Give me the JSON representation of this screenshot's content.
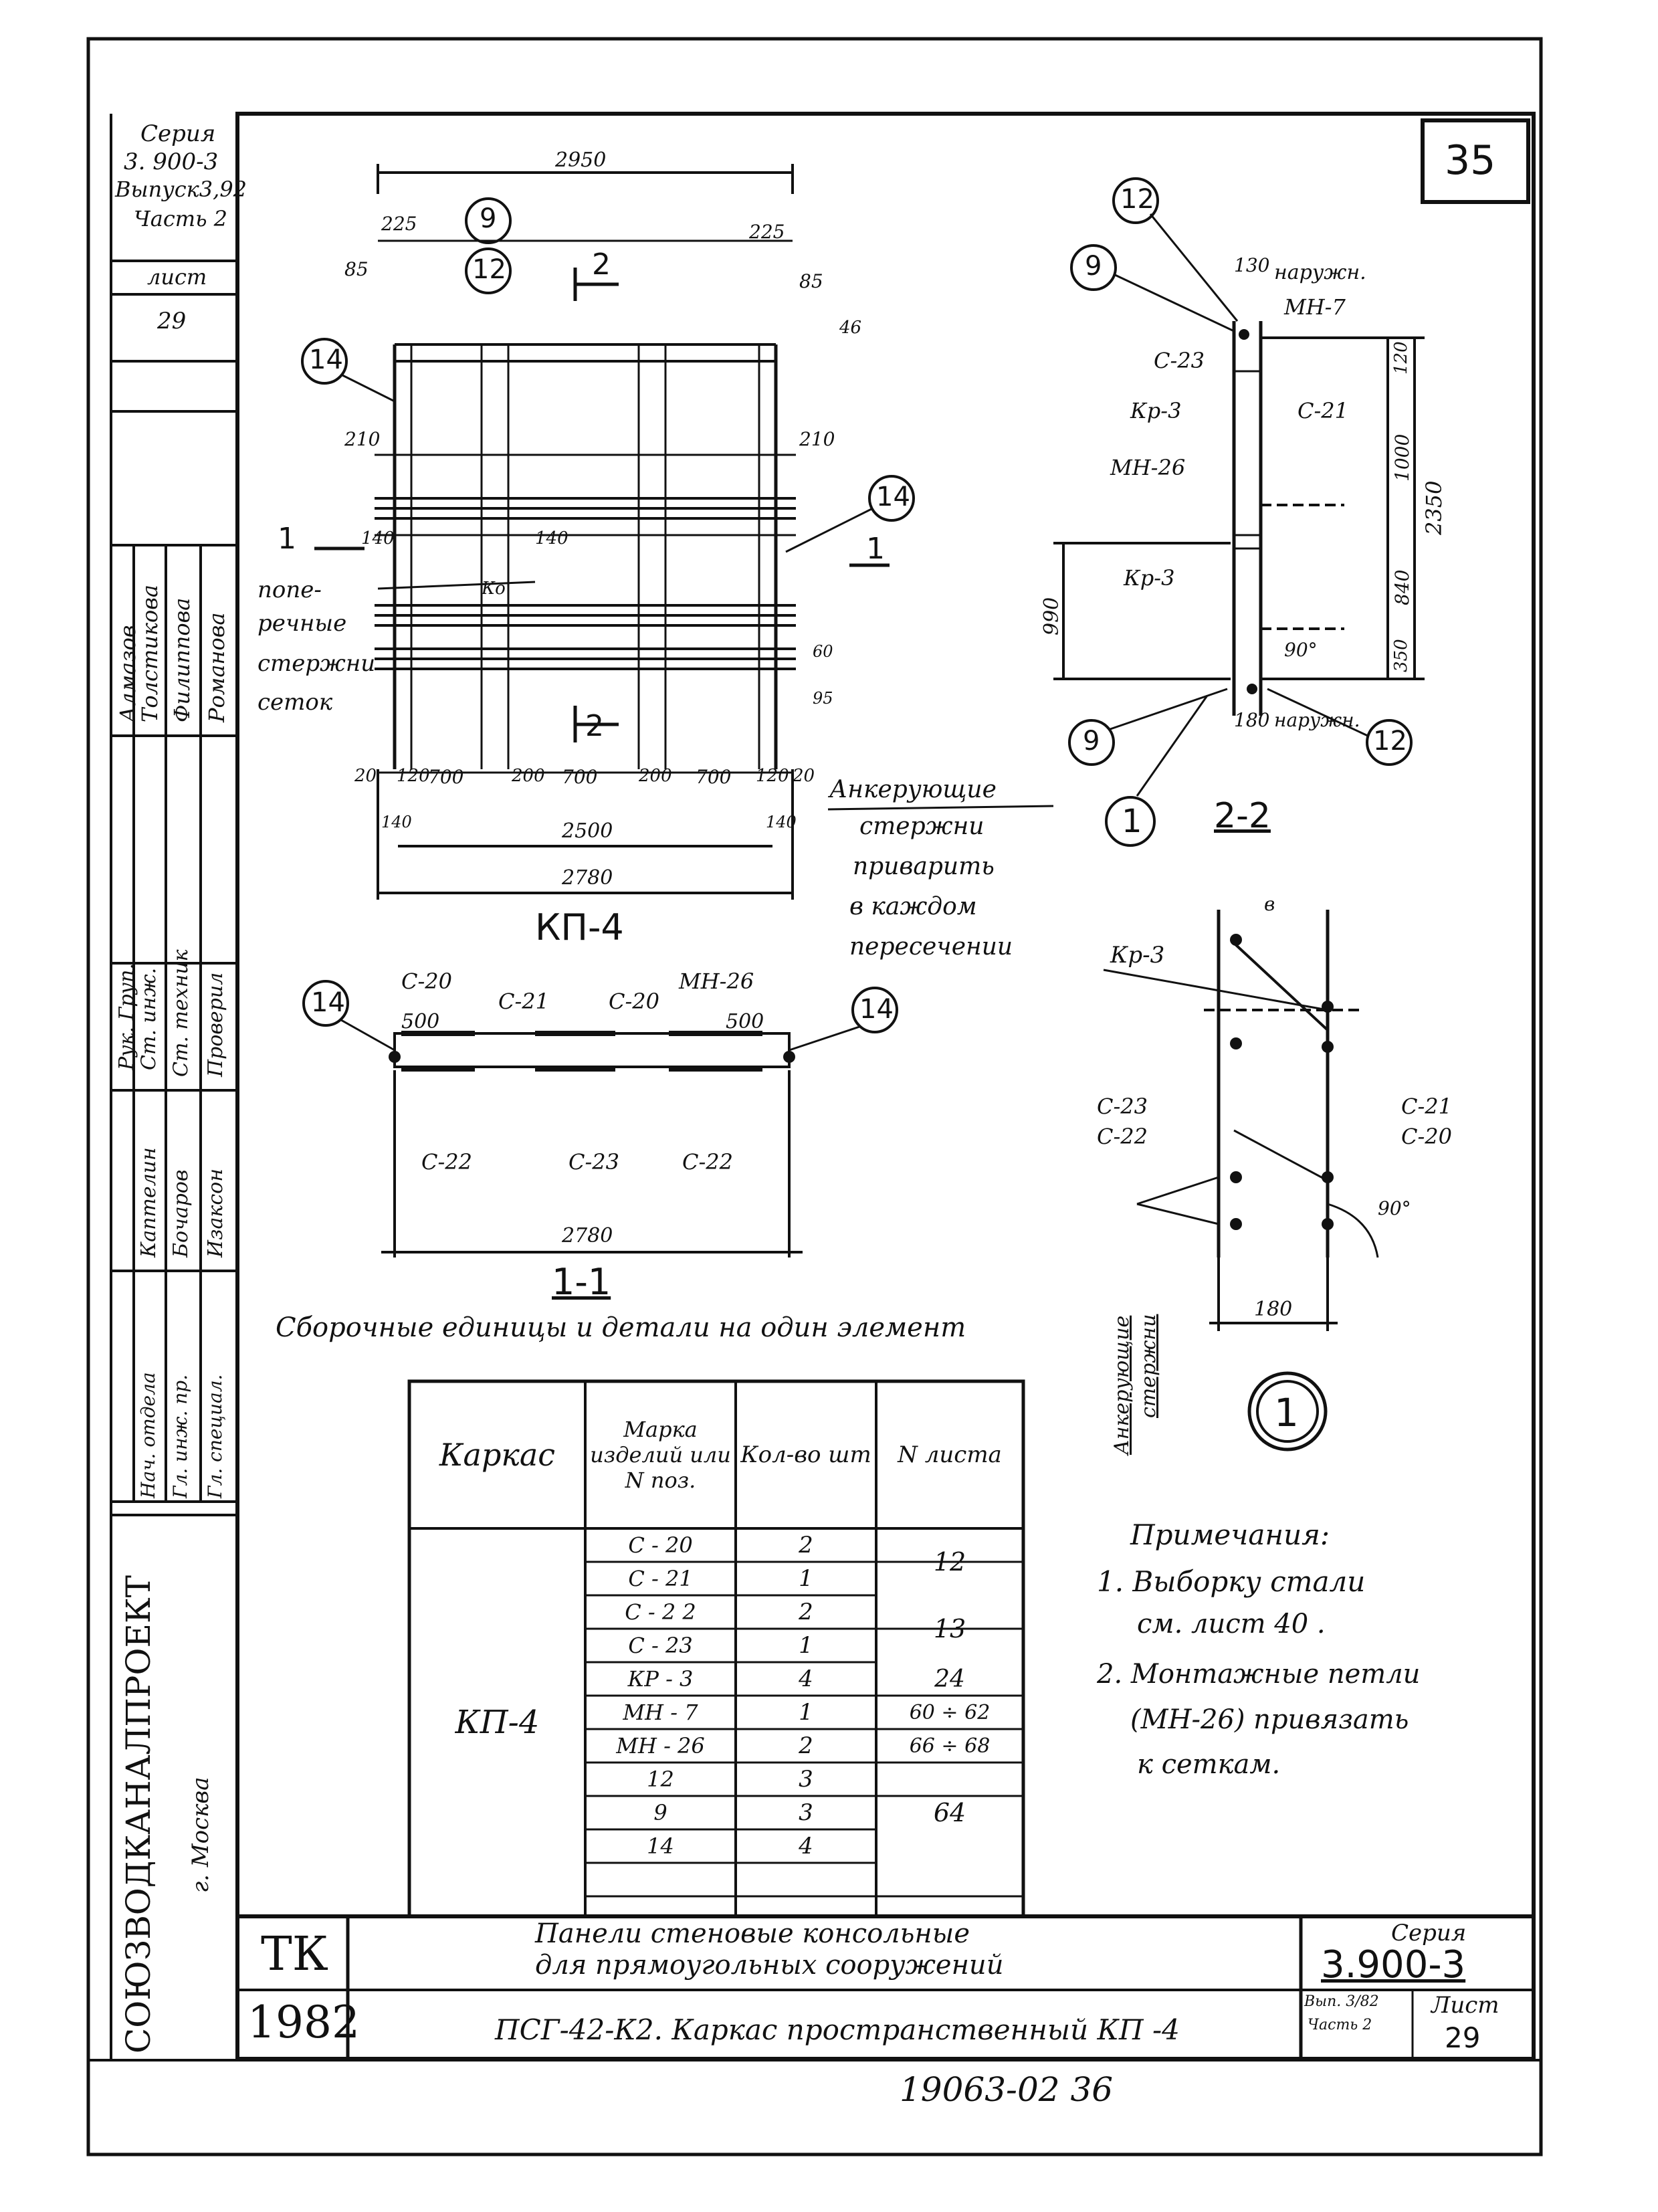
{
  "sheet_badge": "35",
  "side_stamp": {
    "series_label": "Серия",
    "series_value": "3. 900-3",
    "issue": "Выпуск3,92",
    "part": "Часть 2",
    "sheet_label": "лист",
    "sheet_value": "29"
  },
  "org": {
    "name": "СОЮЗВОДКАНАЛПРОЕКТ",
    "city": "г. Москва"
  },
  "signatures": {
    "roles_a": [
      "Рук. Груп.",
      "Ст. инж.",
      "Ст. техник",
      "Проверил"
    ],
    "names_a": [
      "Алмазов",
      "Толстикова",
      "Филиппова",
      "Романова"
    ],
    "roles_b": [
      "Нач. отдела",
      "Гл. инж. пр.",
      "Гл. специал."
    ],
    "names_b": [
      "Каптелин",
      "Бочаров",
      "Изаксон"
    ]
  },
  "plan_view": {
    "caption": "КП-4",
    "dims": {
      "overall_top": "2950",
      "left_end": "225",
      "right_end": "225",
      "left_offset": "85",
      "right_offset": "85",
      "top_gap": "46",
      "left_210": "210",
      "right_210": "210",
      "left_140": "140",
      "mid_140": "140",
      "ko": "Ко",
      "bottom_60": "60",
      "bottom_95": "95",
      "span_a": "700",
      "span_b": "700",
      "span_c": "700",
      "gap_a": "200",
      "gap_b": "200",
      "end_120_l": "120",
      "end_120_r": "120",
      "edge_20_l": "20",
      "edge_20_r": "20",
      "inner_140_l": "140",
      "inner_140_r": "140",
      "inner_total": "2500",
      "outer_total": "2780"
    },
    "callouts": [
      "9",
      "12",
      "14",
      "14"
    ],
    "section_marks": [
      "2",
      "2",
      "1",
      "1"
    ],
    "note_lines": [
      "попе-",
      "речные",
      "стержни",
      "сеток"
    ],
    "anchor_note": [
      "Анкерующие",
      "стержни",
      "приварить",
      "в каждом",
      "пересечении"
    ]
  },
  "section_2_2": {
    "caption": "2-2",
    "labels": {
      "outer_top": "наружн.",
      "outer_bottom": "наружн.",
      "w130": "130",
      "w180": "180",
      "mn7": "МН-7",
      "c23": "С-23",
      "kp3_a": "Кр-3",
      "c21": "С-21",
      "mn26": "МН-26",
      "kp3_b": "Кр-3",
      "d120": "120",
      "d1000": "1000",
      "d840": "840",
      "d350": "350",
      "d2350": "2350",
      "d990": "990",
      "angle": "90°"
    },
    "callouts": [
      "12",
      "9",
      "9",
      "1",
      "12"
    ]
  },
  "section_1_1": {
    "caption": "1-1",
    "labels": {
      "c20_l": "С-20",
      "c21": "С-21",
      "c20_r": "С-20",
      "mn26": "МН-26",
      "d500_l": "500",
      "d500_r": "500",
      "c22_l": "С-22",
      "c23": "С-23",
      "c22_r": "С-22",
      "d2780": "2780"
    },
    "callouts": [
      "14",
      "14"
    ]
  },
  "detail_1": {
    "callout": "1",
    "labels": {
      "b": "в",
      "kp3": "Кр-3",
      "c23": "С-23",
      "c22": "С-22",
      "c21": "С-21",
      "c20": "С-20",
      "angle": "90°",
      "d180": "180",
      "anchor": "Анкерующие",
      "anchor2": "стержни"
    }
  },
  "table_title": "Сборочные единицы и детали на один элемент",
  "table": {
    "headers": [
      "Каркас",
      "Марка изделий или N поз.",
      "Кол-во шт",
      "N листа"
    ],
    "frame": "КП-4",
    "rows": [
      {
        "mark": "С - 20",
        "qty": "2"
      },
      {
        "mark": "С - 21",
        "qty": "1"
      },
      {
        "mark": "С - 2 2",
        "qty": "2"
      },
      {
        "mark": "С - 23",
        "qty": "1"
      },
      {
        "mark": "КР - 3",
        "qty": "4"
      },
      {
        "mark": "МН - 7",
        "qty": "1"
      },
      {
        "mark": "МН - 26",
        "qty": "2"
      },
      {
        "mark": "12",
        "qty": "3"
      },
      {
        "mark": "9",
        "qty": "3"
      },
      {
        "mark": "14",
        "qty": "4"
      },
      {
        "mark": "",
        "qty": ""
      }
    ],
    "sheet_groups": [
      "12",
      "13",
      "24",
      "60 ÷ 62",
      "66 ÷ 68",
      "64"
    ]
  },
  "notes": {
    "heading": "Примечания:",
    "lines": [
      "1. Выборку стали",
      "см. лист 40 .",
      "2. Монтажные петли",
      "(МН-26) привязать",
      "к сеткам."
    ]
  },
  "title_block": {
    "tk": "ТК",
    "year": "1982",
    "title_line1": "Панели стеновые консольные",
    "title_line2": "для прямоугольных сооружений",
    "subtitle": "ПСГ-42-К2. Каркас пространственный КП -4",
    "series_label": "Серия",
    "series_value": "3.900-3",
    "issue": "Вып. 3/82",
    "part": "Часть 2",
    "sheet_label": "Лист",
    "sheet_value": "29"
  },
  "footer_number": "19063-02  36"
}
